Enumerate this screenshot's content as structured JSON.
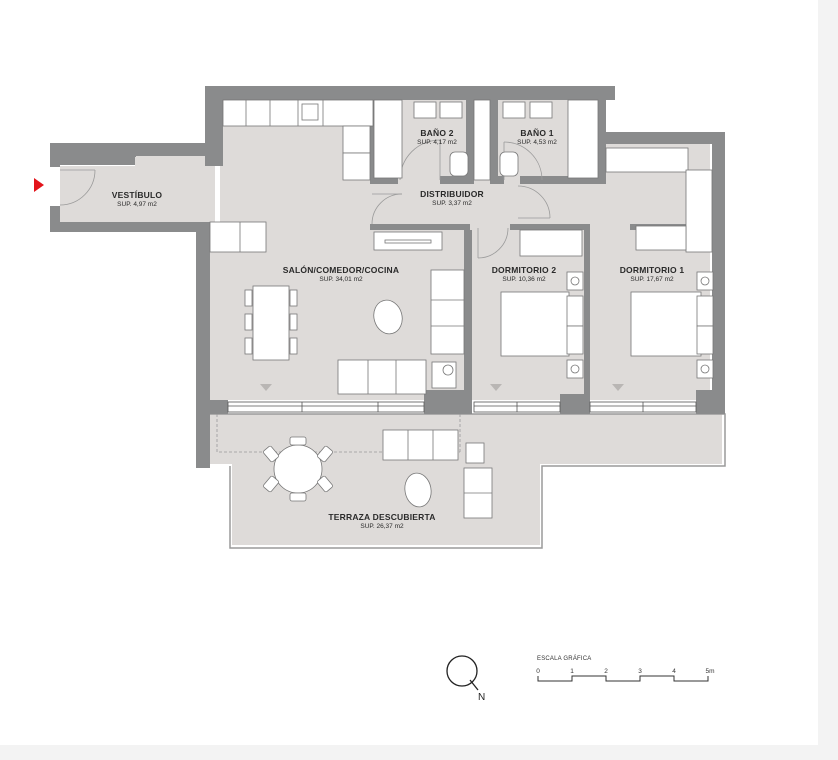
{
  "plan": {
    "entrance_marker_color": "#e3141b",
    "wall_color": "#8a8b8c",
    "floor_color": "#dedbd9",
    "rooms": [
      {
        "id": "vestibulo",
        "name": "VESTÍBULO",
        "area": "SUP. 4,97 m2"
      },
      {
        "id": "bano2",
        "name": "BAÑO 2",
        "area": "SUP. 4,17 m2"
      },
      {
        "id": "bano1",
        "name": "BAÑO 1",
        "area": "SUP. 4,53 m2"
      },
      {
        "id": "distribuidor",
        "name": "DISTRIBUIDOR",
        "area": "SUP. 3,37 m2"
      },
      {
        "id": "salon",
        "name": "SALÓN/COMEDOR/COCINA",
        "area": "SUP. 34,01 m2"
      },
      {
        "id": "dormitorio2",
        "name": "DORMITORIO 2",
        "area": "SUP. 10,36 m2"
      },
      {
        "id": "dormitorio1",
        "name": "DORMITORIO 1",
        "area": "SUP. 17,67 m2"
      },
      {
        "id": "terraza",
        "name": "TERRAZA DESCUBIERTA",
        "area": "SUP. 26,37 m2"
      }
    ]
  },
  "legend": {
    "north_label": "N",
    "scale_title": "ESCALA GRÁFICA",
    "scale_ticks": [
      "0",
      "1",
      "2",
      "3",
      "4",
      "5m"
    ]
  }
}
